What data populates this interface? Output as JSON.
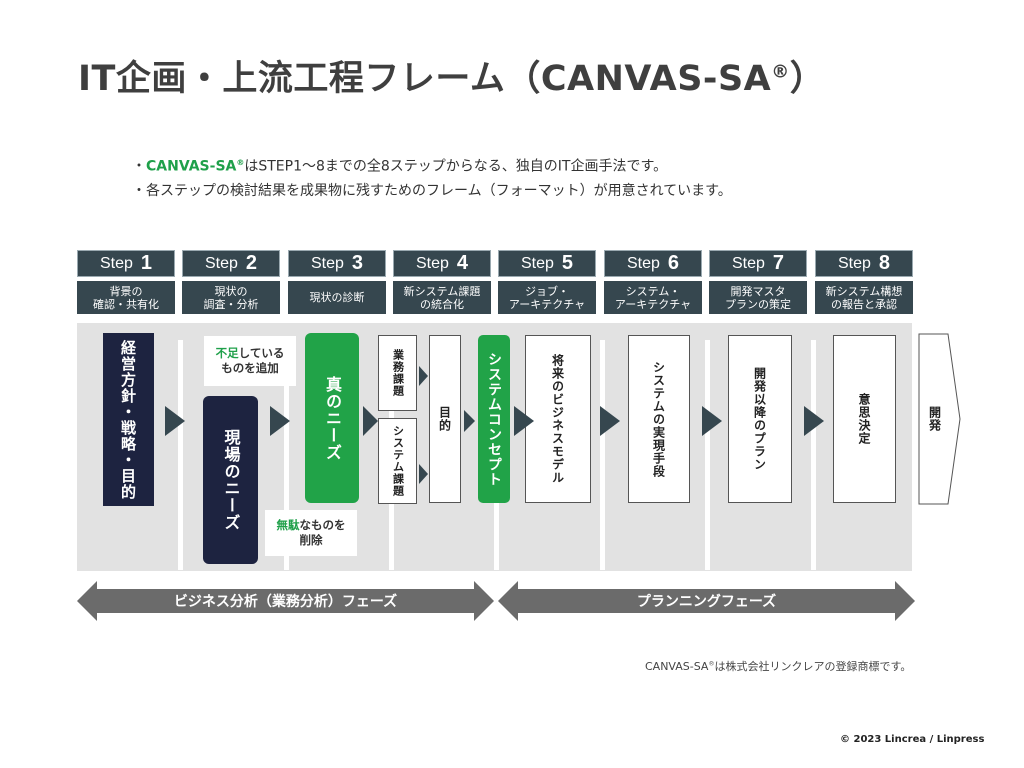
{
  "title": {
    "main": "IT企画・上流工程フレーム（CANVAS-SA",
    "reg": "®",
    "close": "）"
  },
  "bullets": [
    {
      "bullet": "・",
      "brand": "CANVAS-SA",
      "reg": "®",
      "text": "はSTEP1～8までの全8ステップからなる、独自のIT企画手法です。"
    },
    {
      "bullet": "・",
      "text": "各ステップの検討結果を成果物に残すためのフレーム（フォーマット）が用意されています。"
    }
  ],
  "steps": [
    {
      "word": "Step",
      "num": "1",
      "desc1": "背景の",
      "desc2": "確認・共有化"
    },
    {
      "word": "Step",
      "num": "2",
      "desc1": "現状の",
      "desc2": "調査・分析"
    },
    {
      "word": "Step",
      "num": "3",
      "desc1": "現状の診断",
      "desc2": ""
    },
    {
      "word": "Step",
      "num": "4",
      "desc1": "新システム課題",
      "desc2": "の統合化"
    },
    {
      "word": "Step",
      "num": "5",
      "desc1": "ジョブ・",
      "desc2": "アーキテクチャ"
    },
    {
      "word": "Step",
      "num": "6",
      "desc1": "システム・",
      "desc2": "アーキテクチャ"
    },
    {
      "word": "Step",
      "num": "7",
      "desc1": "開発マスタ",
      "desc2": "プランの策定"
    },
    {
      "word": "Step",
      "num": "8",
      "desc1": "新システム構想",
      "desc2": "の報告と承認"
    }
  ],
  "boxes": {
    "management": "経営方針・戦略・目的",
    "field_needs": "現場のニーズ",
    "true_needs": "真のニーズ",
    "business_issues": "業務課題",
    "system_issues": "システム課題",
    "objective": "目的",
    "system_concept": "システムコンセプト",
    "future_business_model": "将来のビジネスモデル",
    "system_realization": "システムの実現手段",
    "post_dev_plan": "開発以降のプラン",
    "decision": "意思決定",
    "development": "開発"
  },
  "notes": {
    "add_prefix": "不足",
    "add_rest1": "している",
    "add_line2": "ものを追加",
    "remove_prefix": "無駄",
    "remove_rest1": "なものを",
    "remove_line2": "削除"
  },
  "phases": {
    "business": "ビジネス分析（業務分析）フェーズ",
    "planning": "プランニングフェーズ"
  },
  "trademark": {
    "brand": "CANVAS-SA",
    "reg": "®",
    "text": "は株式会社リンクレアの登録商標です。"
  },
  "copyright": "© 2023 Lincrea / Linpress",
  "colors": {
    "dark_navy": "#1d2340",
    "step_header": "#36474f",
    "green": "#21a348",
    "arrow_gray": "#6b6b6b",
    "panel_gray": "#e2e2e2"
  }
}
